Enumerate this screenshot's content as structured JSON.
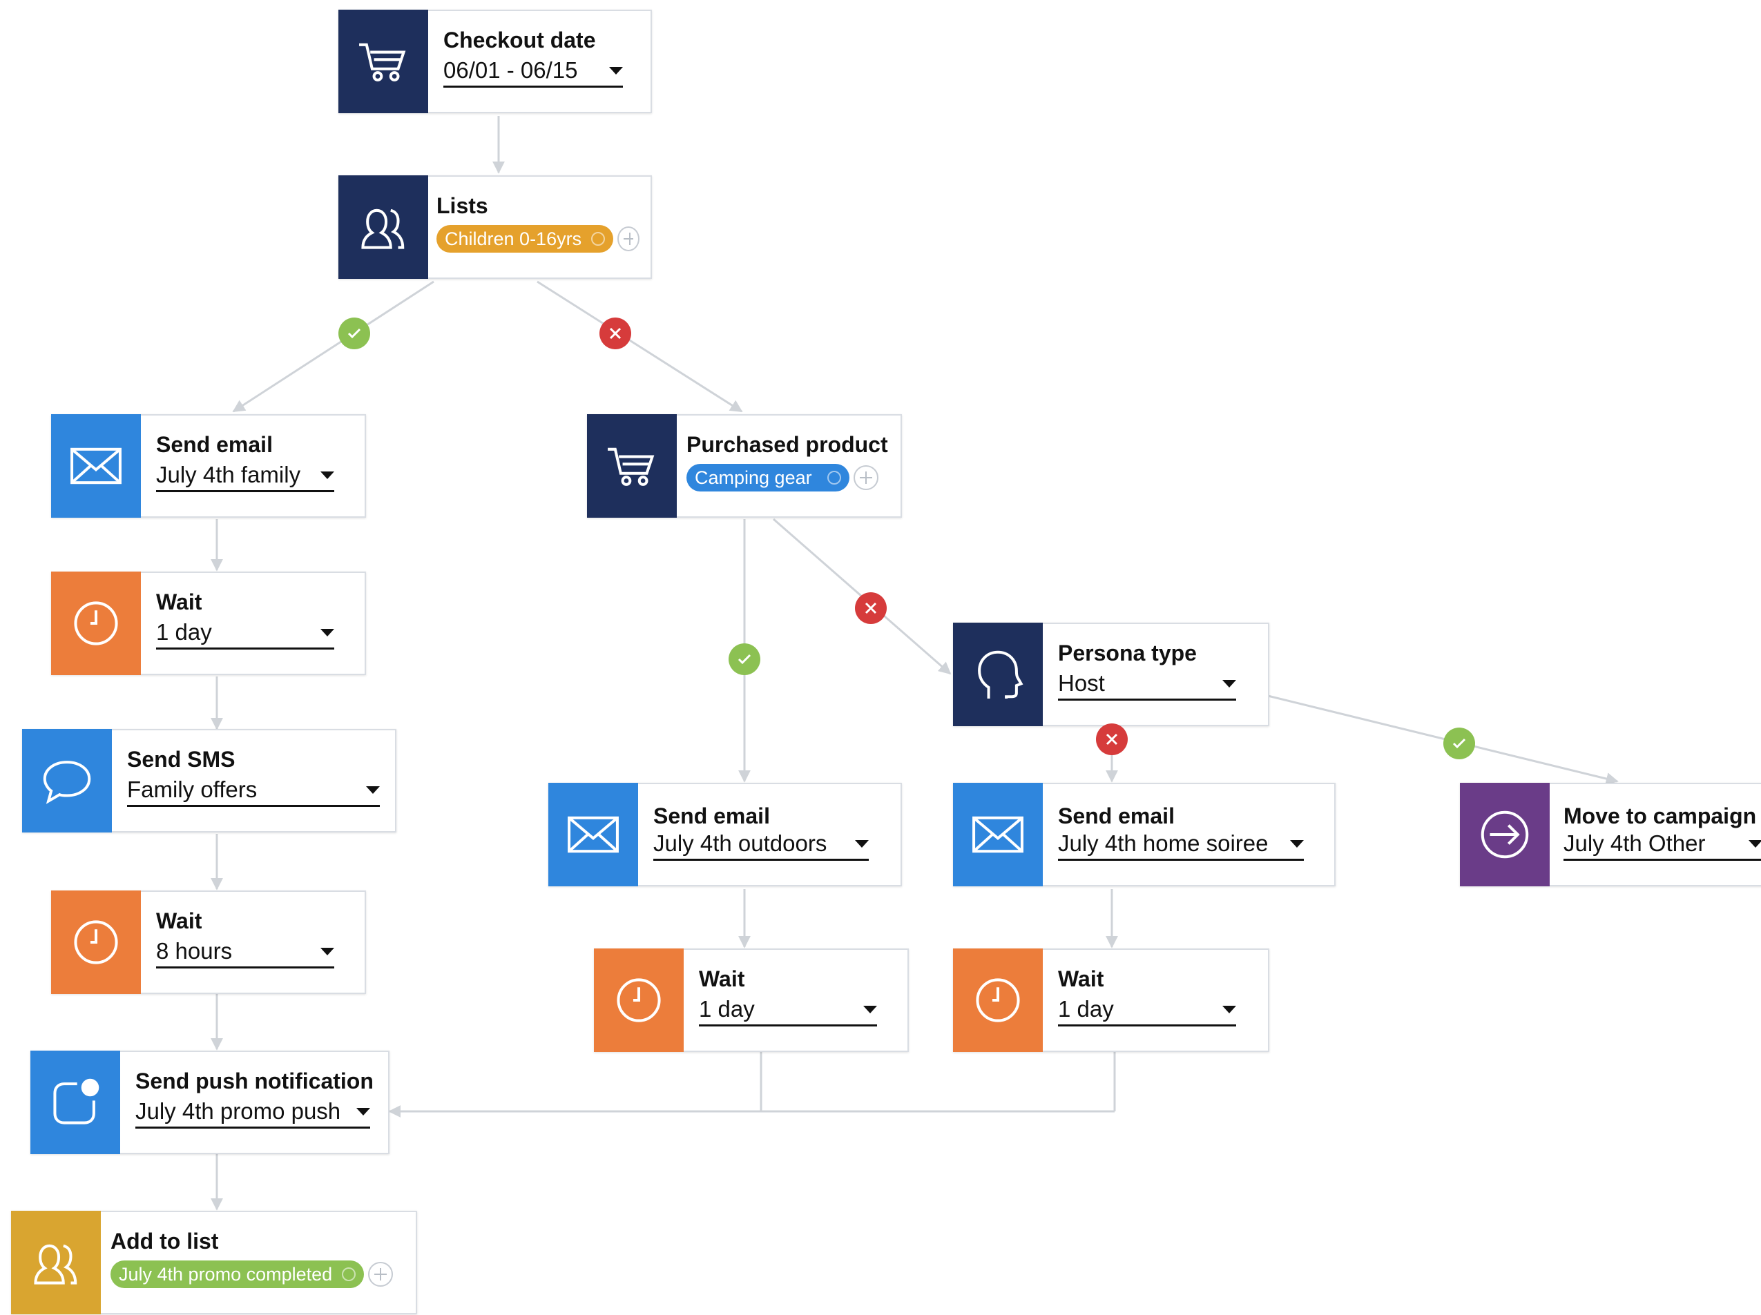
{
  "colors": {
    "navy": "#1e2f5c",
    "blue": "#2f86dd",
    "orange": "#ec7d3b",
    "purple": "#6a3c88",
    "gold": "#d9a530",
    "yes": "#8cc152",
    "no": "#d63b3b",
    "wire": "#cfd3d8",
    "pill_orange": "#e5a12c",
    "pill_blue": "#2f86dd",
    "pill_green": "#8cc152"
  },
  "nodes": {
    "checkout": {
      "icon": "cart-icon",
      "title": "Checkout date",
      "value": "06/01 - 06/15"
    },
    "lists": {
      "icon": "people-icon",
      "title": "Lists",
      "tag": "Children 0-16yrs"
    },
    "email_family": {
      "icon": "envelope-icon",
      "title": "Send email",
      "value": "July 4th family"
    },
    "purchased": {
      "icon": "cart-icon",
      "title": "Purchased product",
      "tag": "Camping gear"
    },
    "wait_1": {
      "icon": "clock-icon",
      "title": "Wait",
      "value": "1 day"
    },
    "persona": {
      "icon": "head-icon",
      "title": "Persona type",
      "value": "Host"
    },
    "sms": {
      "icon": "chat-bubble-icon",
      "title": "Send SMS",
      "value": "Family offers"
    },
    "email_outdoors": {
      "icon": "envelope-icon",
      "title": "Send email",
      "value": "July 4th outdoors"
    },
    "email_soiree": {
      "icon": "envelope-icon",
      "title": "Send email",
      "value": "July 4th home soiree"
    },
    "move_campaign": {
      "icon": "arrow-circle-icon",
      "title": "Move to campaign",
      "value": "July 4th Other"
    },
    "wait_2": {
      "icon": "clock-icon",
      "title": "Wait",
      "value": "8 hours"
    },
    "wait_3": {
      "icon": "clock-icon",
      "title": "Wait",
      "value": "1 day"
    },
    "wait_4": {
      "icon": "clock-icon",
      "title": "Wait",
      "value": "1 day"
    },
    "push": {
      "icon": "push-notification-icon",
      "title": "Send push notification",
      "value": "July 4th promo push"
    },
    "add_list": {
      "icon": "people-icon",
      "title": "Add to list",
      "tag": "July 4th promo completed"
    }
  },
  "badges": {
    "lists_yes": "check-icon",
    "lists_no": "x-icon",
    "purchased_yes": "check-icon",
    "purchased_no": "x-icon",
    "persona_no": "x-icon",
    "persona_yes": "check-icon"
  }
}
